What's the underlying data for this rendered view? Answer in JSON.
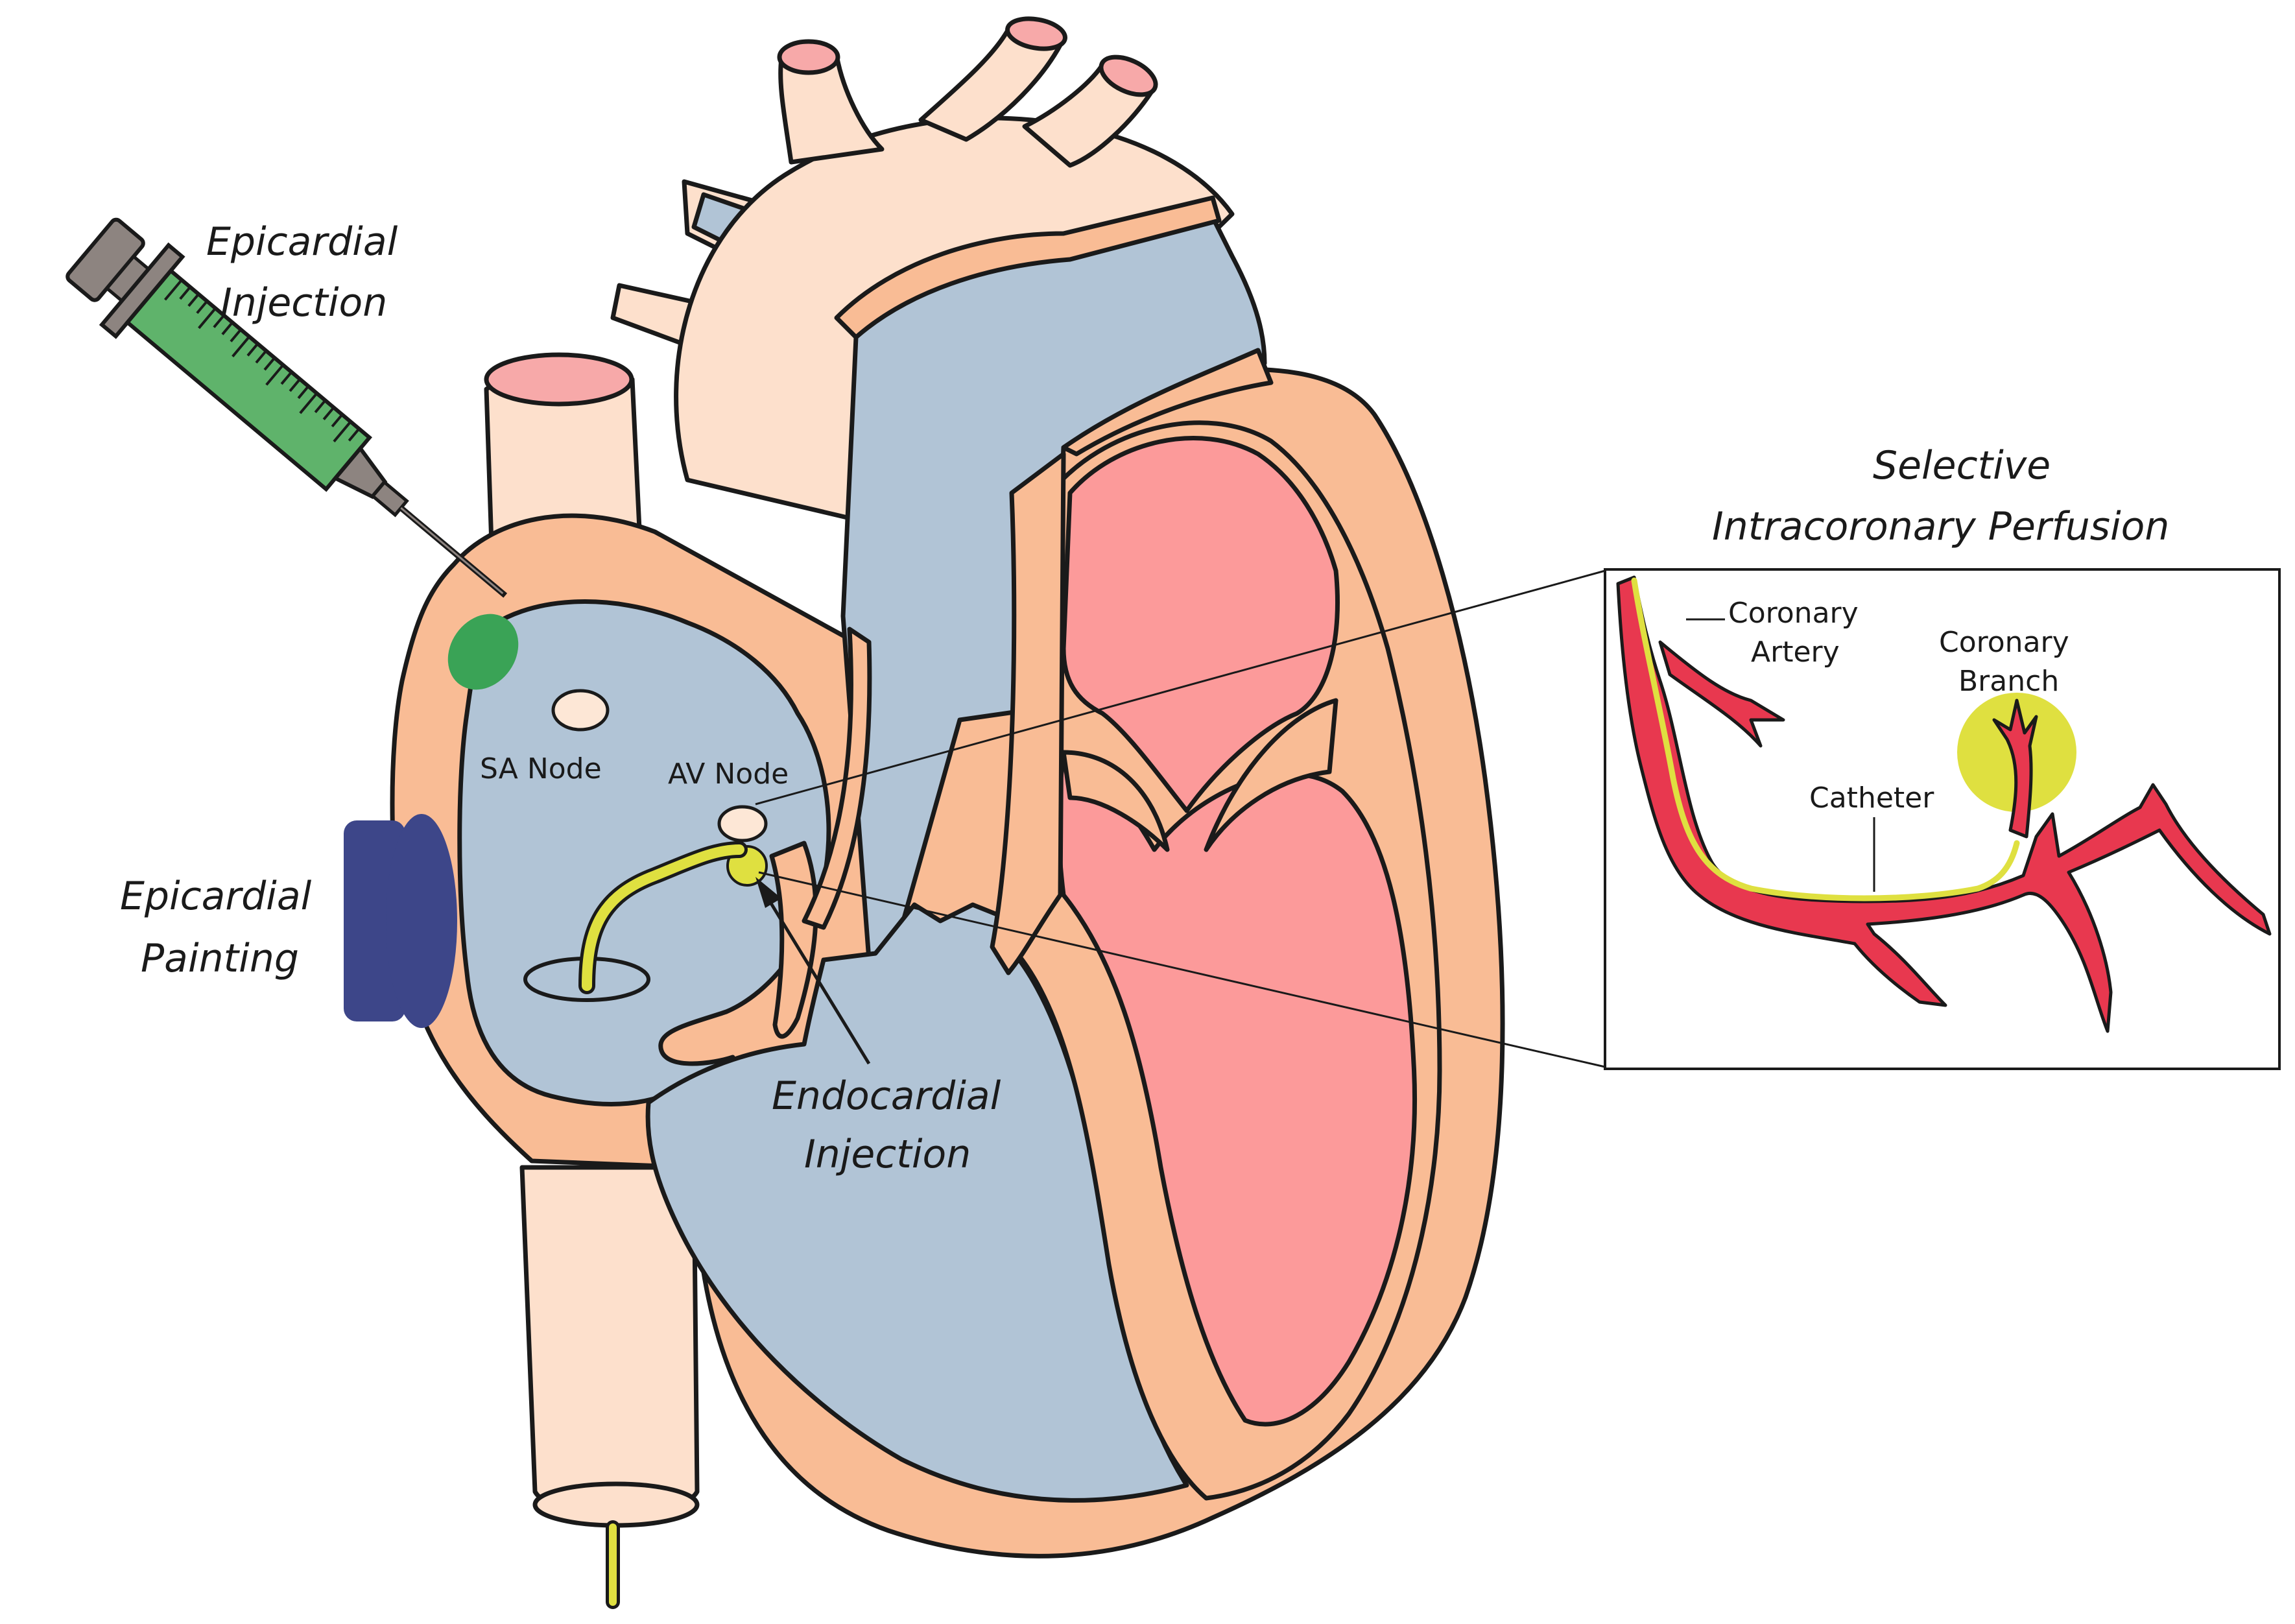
{
  "labels": {
    "epicardial_injection": [
      "Epicardial",
      "Injection"
    ],
    "epicardial_painting": [
      "Epicardial",
      "Painting"
    ],
    "endocardial_injection": [
      "Endocardial",
      "Injection"
    ],
    "selective_perfusion": [
      "Selective",
      "Intracoronary Perfusion"
    ],
    "sa_node": "SA Node",
    "av_node": "AV Node",
    "coronary_artery": [
      "Coronary",
      "Artery"
    ],
    "coronary_branch": [
      "Coronary",
      "Branch"
    ],
    "catheter": "Catheter"
  },
  "colors": {
    "outline": "#1a1a1a",
    "myocardium": "#f9bc95",
    "vessel_wall": "#fde0cc",
    "blood_venous": "#b1c4d6",
    "blood_arterial": "#fc9a9a",
    "vessel_open": "#f7a9a9",
    "syringe_body": "#5fb36b",
    "syringe_grey": "#8d8480",
    "patch_green": "#3aa356",
    "patch_blue": "#3d4689",
    "catheter": "#dfe040",
    "artery": "#e8384f",
    "node": "#fde7d6"
  }
}
